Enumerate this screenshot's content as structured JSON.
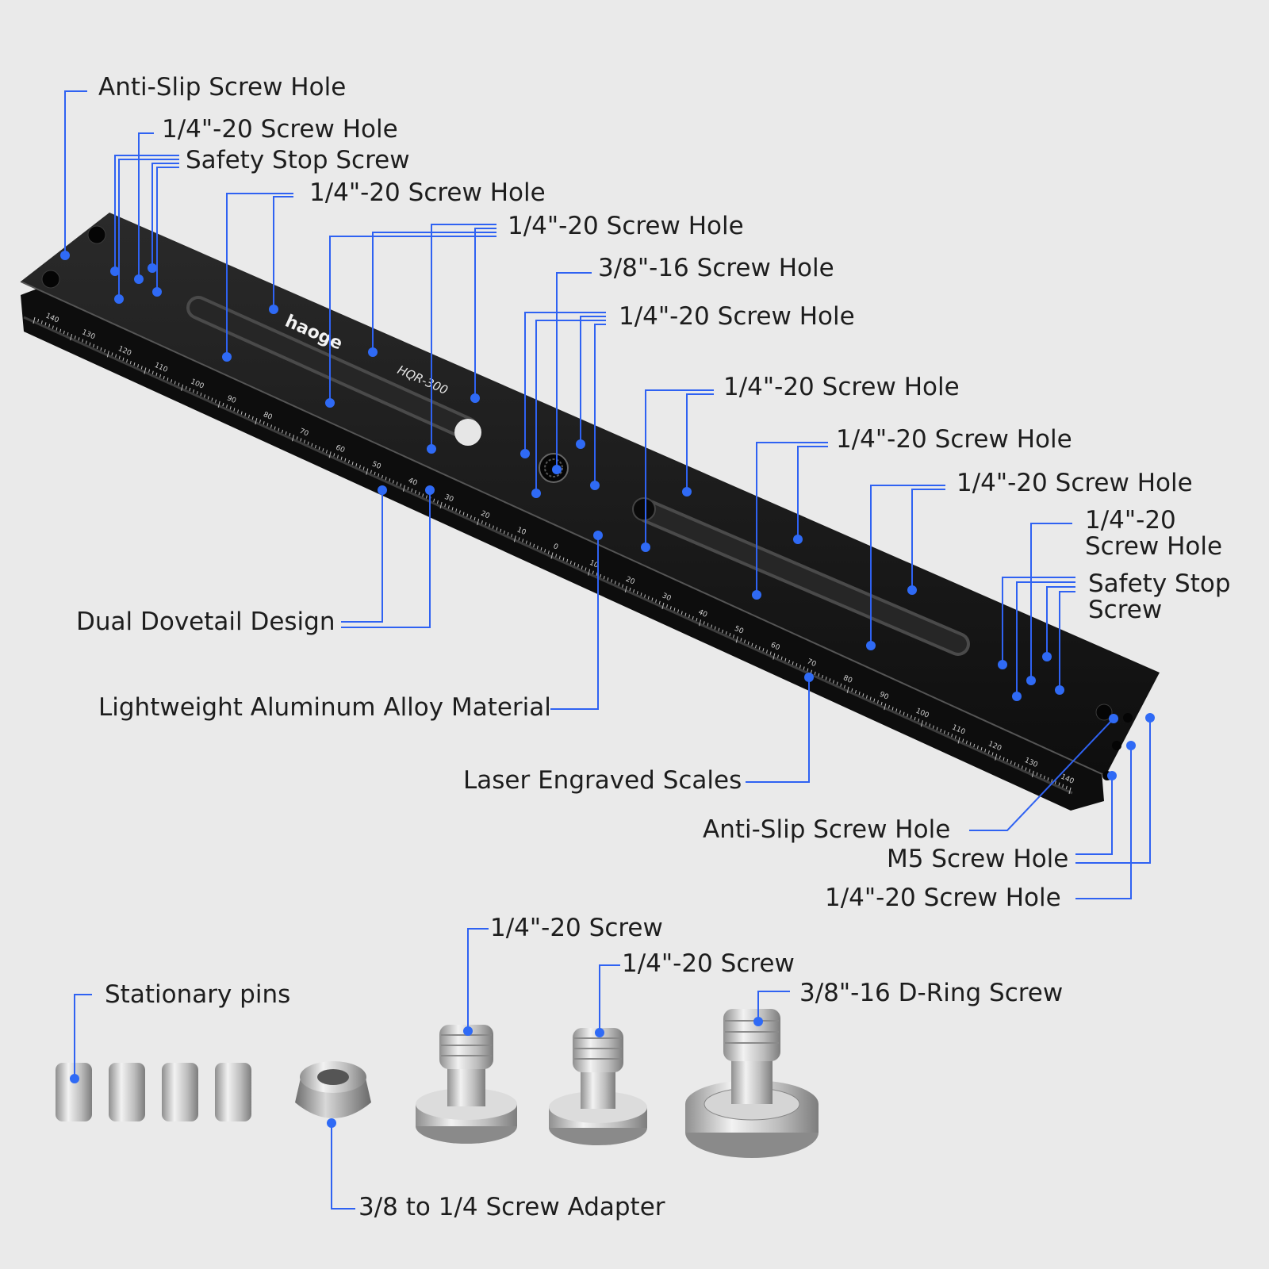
{
  "labels": {
    "anti_slip_top": "Anti-Slip Screw Hole",
    "h14_a": "1/4\"-20 Screw Hole",
    "safety_stop_top": "Safety Stop Screw",
    "h14_b": "1/4\"-20 Screw Hole",
    "h14_c": "1/4\"-20 Screw Hole",
    "h38": "3/8\"-16 Screw Hole",
    "h14_d": "1/4\"-20 Screw Hole",
    "h14_e": "1/4\"-20 Screw Hole",
    "h14_f": "1/4\"-20 Screw Hole",
    "h14_g": "1/4\"-20 Screw Hole",
    "h14_h_line1": "1/4\"-20",
    "h14_h_line2": "Screw Hole",
    "safety_stop_right_line1": "Safety Stop",
    "safety_stop_right_line2": "Screw",
    "dual_dovetail": "Dual Dovetail Design",
    "lightweight": "Lightweight Aluminum Alloy Material",
    "laser_scales": "Laser Engraved Scales",
    "anti_slip_bottom": "Anti-Slip Screw Hole",
    "m5": "M5 Screw Hole",
    "h14_side": "1/4\"-20 Screw Hole",
    "screw_14_a": "1/4\"-20 Screw",
    "screw_14_b": "1/4\"-20 Screw",
    "dring": "3/8\"-16 D-Ring Screw",
    "pins": "Stationary pins",
    "adapter": "3/8 to 1/4 Screw Adapter"
  },
  "plate": {
    "brand": "haoge",
    "model": "HQR-300",
    "scale_left": [
      "140",
      "130",
      "120",
      "110",
      "100",
      "90",
      "80",
      "70",
      "60",
      "50",
      "40",
      "30",
      "20",
      "10"
    ],
    "scale_center": "0",
    "scale_right": [
      "10",
      "20",
      "30",
      "40",
      "50",
      "60",
      "70",
      "80",
      "90",
      "100",
      "110",
      "120",
      "130",
      "140"
    ]
  },
  "colors": {
    "background": "#eaeaea",
    "plate": "#141414",
    "callout": "#2f62f2",
    "metal": "#c9c9c9"
  }
}
